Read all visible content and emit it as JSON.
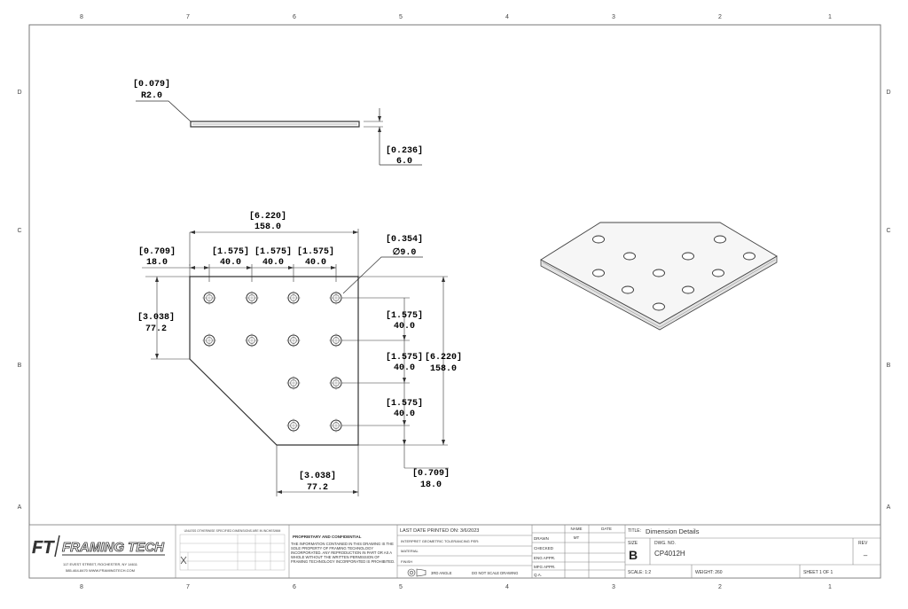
{
  "border": {
    "cols_top": [
      "8",
      "7",
      "6",
      "5",
      "4",
      "3",
      "2",
      "1"
    ],
    "rows": [
      "D",
      "C",
      "B",
      "A"
    ]
  },
  "side_view": {
    "radius_in": "[0.079]",
    "radius_mm": "R2.0",
    "thick_in": "[0.236]",
    "thick_mm": "6.0"
  },
  "top_view": {
    "overall_width_in": "[6.220]",
    "overall_width_mm": "158.0",
    "edge_offset_in": "[0.709]",
    "edge_offset_mm": "18.0",
    "pitch_in": "[1.575]",
    "pitch_mm": "40.0",
    "hole_dia_in": "[0.354]",
    "hole_dia_mm": "∅9.0",
    "chamfer_in": "[3.038]",
    "chamfer_mm": "77.2",
    "overall_height_in": "[6.220]",
    "overall_height_mm": "158.0",
    "bottom_offset_in": "[0.709]",
    "bottom_offset_mm": "18.0"
  },
  "title_block": {
    "logo_ft": "FT",
    "logo_name": "FRAMING TECH",
    "address_line1": "117 EVEST STREET, ROCHESTER, NY 14611",
    "address_line2": "585-464-8470  WWW.FRAMINGTECH.COM",
    "tolerance_header": "UNLESS OTHERWISE SPECIFIED DIMENSIONS ARE IN INCHES/MM",
    "proprietary_title": "PROPRIETARY AND CONFIDENTIAL",
    "proprietary_text": "THE INFORMATION CONTAINED IN THIS DRAWING IS THE SOLE PROPERTY OF FRAMING TECHNOLOGY INCORPORATED. ANY REPRODUCTION IN PART OR AS A WHOLE WITHOUT THE WRITTEN PERMISSION OF FRAMING TECHNOLOGY INCORPORATED IS PROHIBITED.",
    "last_printed": "LAST DATE PRINTED ON: 3/6/2023",
    "interpret": "INTERPRET GEOMETRIC TOLERANCING PER:",
    "material_label": "MATERIAL",
    "finish_label": "FINISH",
    "third_angle": "3RD ANGLE",
    "do_not_scale": "DO NOT SCALE DRAWING",
    "hdr_name": "NAME",
    "hdr_date": "DATE",
    "drawn_label": "DRAWN",
    "drawn_name": "MT",
    "checked_label": "CHECKED",
    "eng_appr_label": "ENG APPR.",
    "mfg_appr_label": "MFG APPR.",
    "qa_label": "Q.A.",
    "title_label": "TITLE:",
    "title_value": "Dimension Details",
    "size_label": "SIZE",
    "size_value": "B",
    "dwg_label": "DWG. NO.",
    "dwg_value": "CP4012H",
    "rev_label": "REV",
    "rev_value": "–",
    "scale": "SCALE: 1:2",
    "weight": "WEIGHT: 260",
    "sheet": "SHEET 1 OF 1"
  }
}
